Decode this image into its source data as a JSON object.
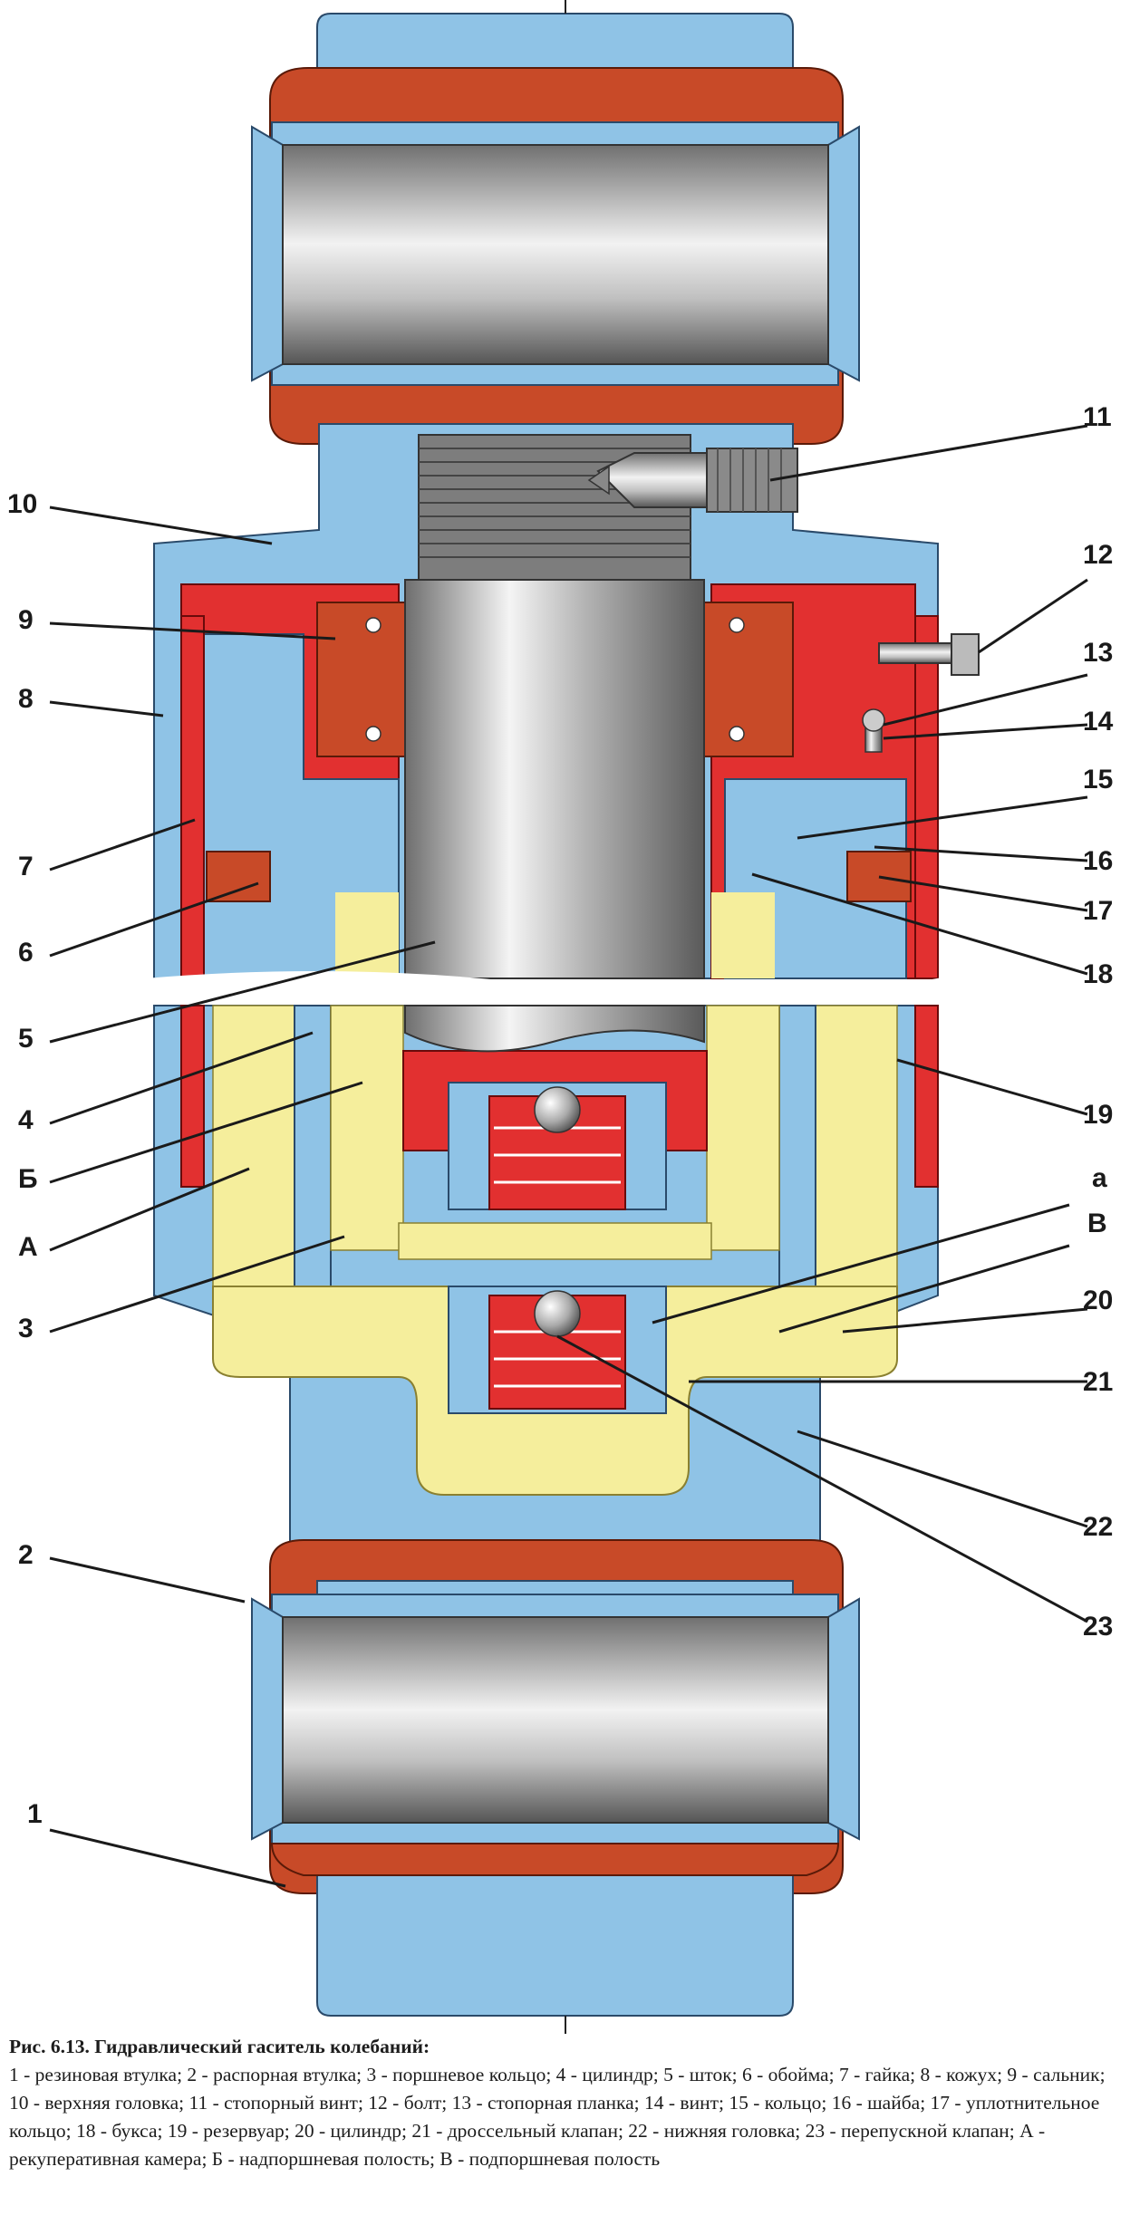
{
  "caption": {
    "title": "Рис. 6.13. Гидравлический гаситель колебаний:",
    "legend": "1 - резиновая втулка; 2 - распорная втулка; 3 - поршневое кольцо; 4 - цилиндр; 5 - шток; 6 - обойма; 7 - гайка; 8 - кожух; 9 - сальник; 10 - верхняя головка; 11 - стопорный винт; 12 - болт; 13 - стопорная планка; 14 - винт; 15 - кольцо; 16 - шайба; 17 - уплотнительное кольцо; 18 - букса; 19 - резервуар; 20 - цилиндр; 21 - дроссельный клапан; 22 - нижняя головка; 23 - перепускной клапан; А - рекуперативная камера; Б - надпоршневая полость; В - подпоршневая полость"
  },
  "callouts": {
    "c1": "1",
    "c2": "2",
    "c3": "3",
    "c4": "4",
    "c5": "5",
    "c6": "6",
    "c7": "7",
    "c8": "8",
    "c9": "9",
    "c10": "10",
    "c11": "11",
    "c12": "12",
    "c13": "13",
    "c14": "14",
    "c15": "15",
    "c16": "16",
    "c17": "17",
    "c18": "18",
    "c19": "19",
    "c20": "20",
    "c21": "21",
    "c22": "22",
    "c23": "23",
    "cA": "А",
    "cB": "Б",
    "cV": "В",
    "ca": "а"
  },
  "colors": {
    "body_blue": "#8fc3e6",
    "rubber_orange": "#c84a28",
    "seal_red": "#e23030",
    "fluid_yellow": "#f5ee9c",
    "metal_gray": "#9a9a9a"
  }
}
